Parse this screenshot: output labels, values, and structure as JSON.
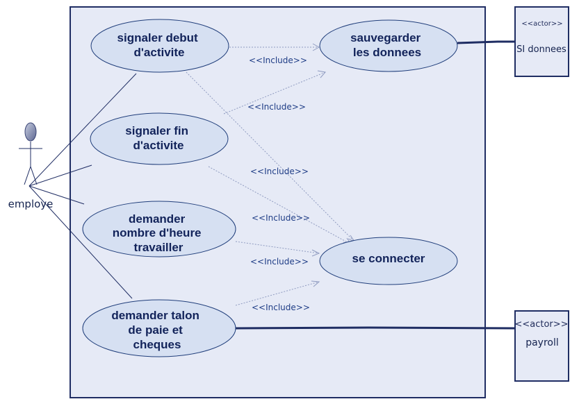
{
  "actors": {
    "employee": {
      "label": "employe"
    },
    "si_donnees": {
      "stereotype": "<<actor>>",
      "label": "SI donnees"
    },
    "payroll": {
      "stereotype": "<<actor>>",
      "label": "payroll"
    }
  },
  "use_cases": {
    "signaler_debut": [
      "signaler debut",
      "d'activite"
    ],
    "signaler_fin": [
      "signaler fin",
      "d'activite"
    ],
    "demander_nombre": [
      "demander",
      "nombre d'heure",
      "travailler"
    ],
    "demander_talon": [
      "demander talon",
      "de paie et",
      "cheques"
    ],
    "sauvegarder": [
      "sauvegarder",
      "les donnees"
    ],
    "se_connecter": [
      "se connecter"
    ]
  },
  "includes": {
    "label": "<<Include>>"
  },
  "colors": {
    "system_fill": "#e6eaf6",
    "system_border": "#1f2d63",
    "usecase_fill": "#d6e0f2",
    "usecase_stroke": "#1f3d7a",
    "line": "#1f2d63",
    "dashed": "#8f9bc0"
  }
}
